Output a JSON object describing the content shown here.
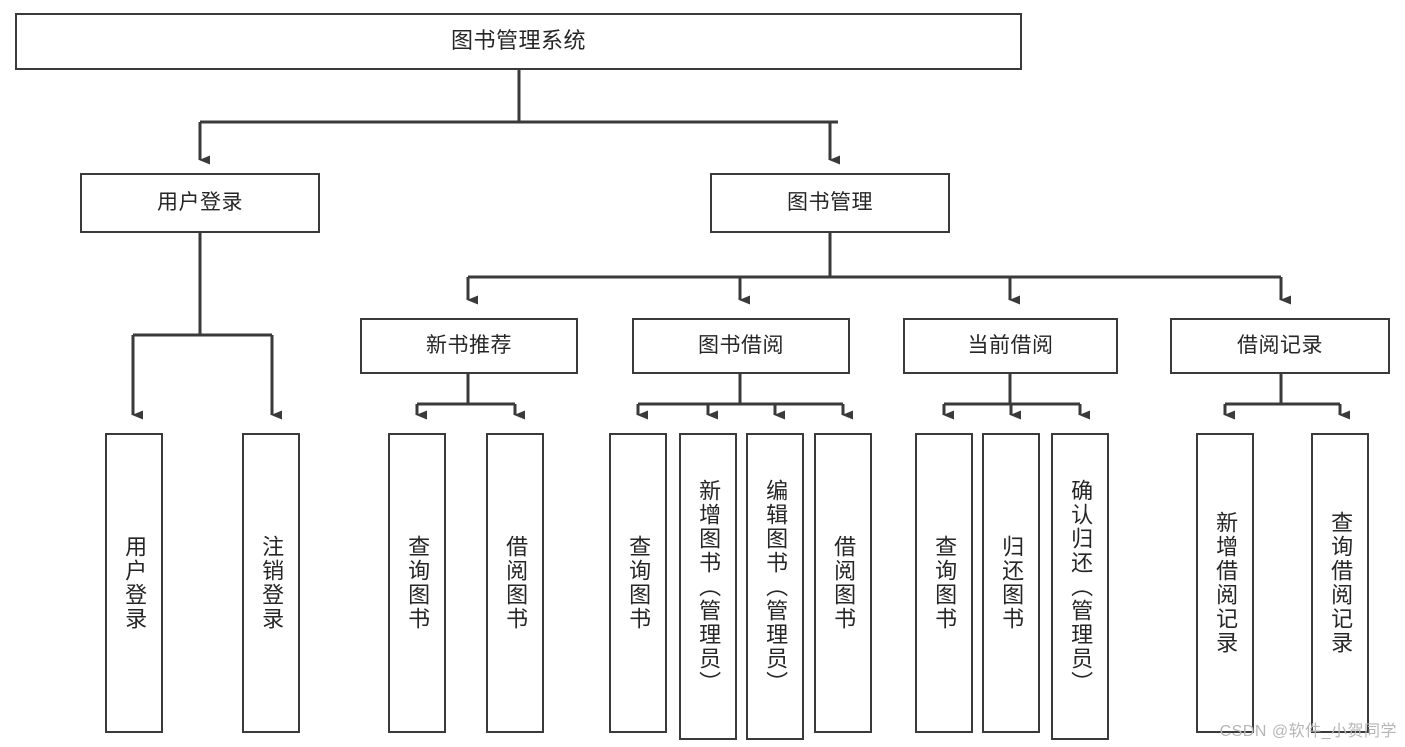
{
  "diagram": {
    "title": "图书管理系统",
    "type": "tree-hierarchy-chart",
    "watermark": "CSDN @软件_小贺同学",
    "colors": {
      "box_border": "#3a3a3a",
      "box_fill": "#ffffff",
      "edge": "#3a3a3a",
      "text": "#262626",
      "watermark": "#b6b6b6",
      "background": "#ffffff"
    },
    "nodes": {
      "root": {
        "label": "图书管理系统"
      },
      "level1": [
        {
          "label": "用户登录"
        },
        {
          "label": "图书管理"
        }
      ],
      "level2": [
        {
          "label": "新书推荐"
        },
        {
          "label": "图书借阅"
        },
        {
          "label": "当前借阅"
        },
        {
          "label": "借阅记录"
        }
      ],
      "leaves": {
        "user_login": [
          {
            "label": "用户登录"
          },
          {
            "label": "注销登录"
          }
        ],
        "new_book_recommend": [
          {
            "label": "查询图书"
          },
          {
            "label": "借阅图书"
          }
        ],
        "book_borrow": [
          {
            "label": "查询图书"
          },
          {
            "label": "新增图书（管理员）"
          },
          {
            "label": "编辑图书（管理员）"
          },
          {
            "label": "借阅图书"
          }
        ],
        "current_borrow": [
          {
            "label": "查询图书"
          },
          {
            "label": "归还图书"
          },
          {
            "label": "确认归还（管理员）"
          }
        ],
        "borrow_record": [
          {
            "label": "新增借阅记录"
          },
          {
            "label": "查询借阅记录"
          }
        ]
      }
    }
  }
}
